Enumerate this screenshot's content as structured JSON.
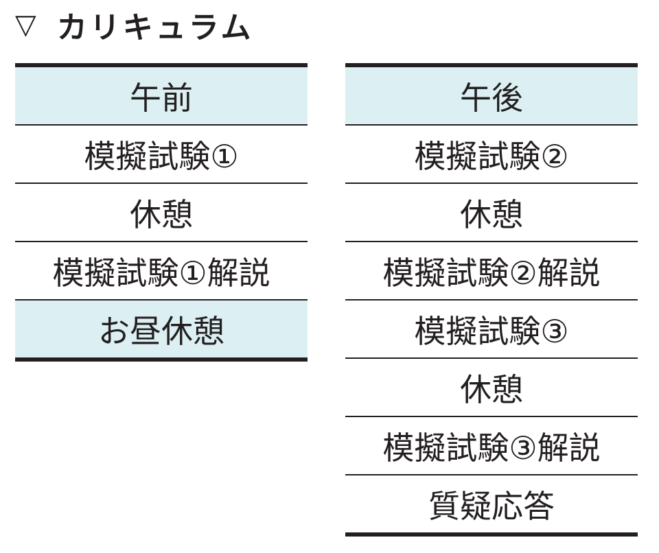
{
  "title": {
    "icon": "triangle-down-outline",
    "text": "カリキュラム"
  },
  "colors": {
    "highlight": "#dcf0f4",
    "line": "#231f20"
  },
  "morning": {
    "header": "午前",
    "rows": [
      {
        "label": "模擬試験①",
        "highlight": false
      },
      {
        "label": "休憩",
        "highlight": false
      },
      {
        "label": "模擬試験①解説",
        "highlight": false
      },
      {
        "label": "お昼休憩",
        "highlight": true
      }
    ]
  },
  "afternoon": {
    "header": "午後",
    "rows": [
      {
        "label": "模擬試験②",
        "highlight": false
      },
      {
        "label": "休憩",
        "highlight": false
      },
      {
        "label": "模擬試験②解説",
        "highlight": false
      },
      {
        "label": "模擬試験③",
        "highlight": false
      },
      {
        "label": "休憩",
        "highlight": false
      },
      {
        "label": "模擬試験③解説",
        "highlight": false
      },
      {
        "label": "質疑応答",
        "highlight": false
      }
    ]
  }
}
